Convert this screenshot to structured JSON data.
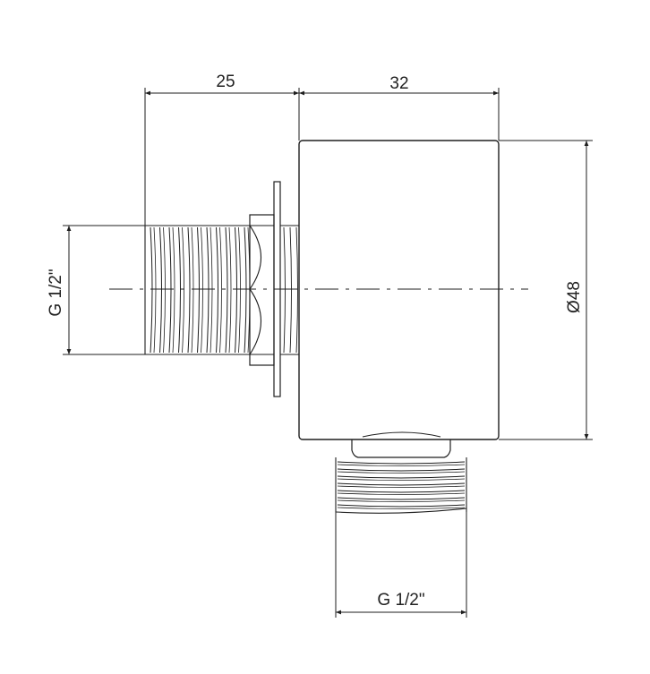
{
  "dimensions": {
    "top_left": "25",
    "top_right": "32",
    "diameter": "Ø48",
    "thread_left": "G 1/2\"",
    "thread_bottom": "G 1/2\""
  },
  "colors": {
    "stroke": "#1e1e1e",
    "background": "#ffffff"
  }
}
